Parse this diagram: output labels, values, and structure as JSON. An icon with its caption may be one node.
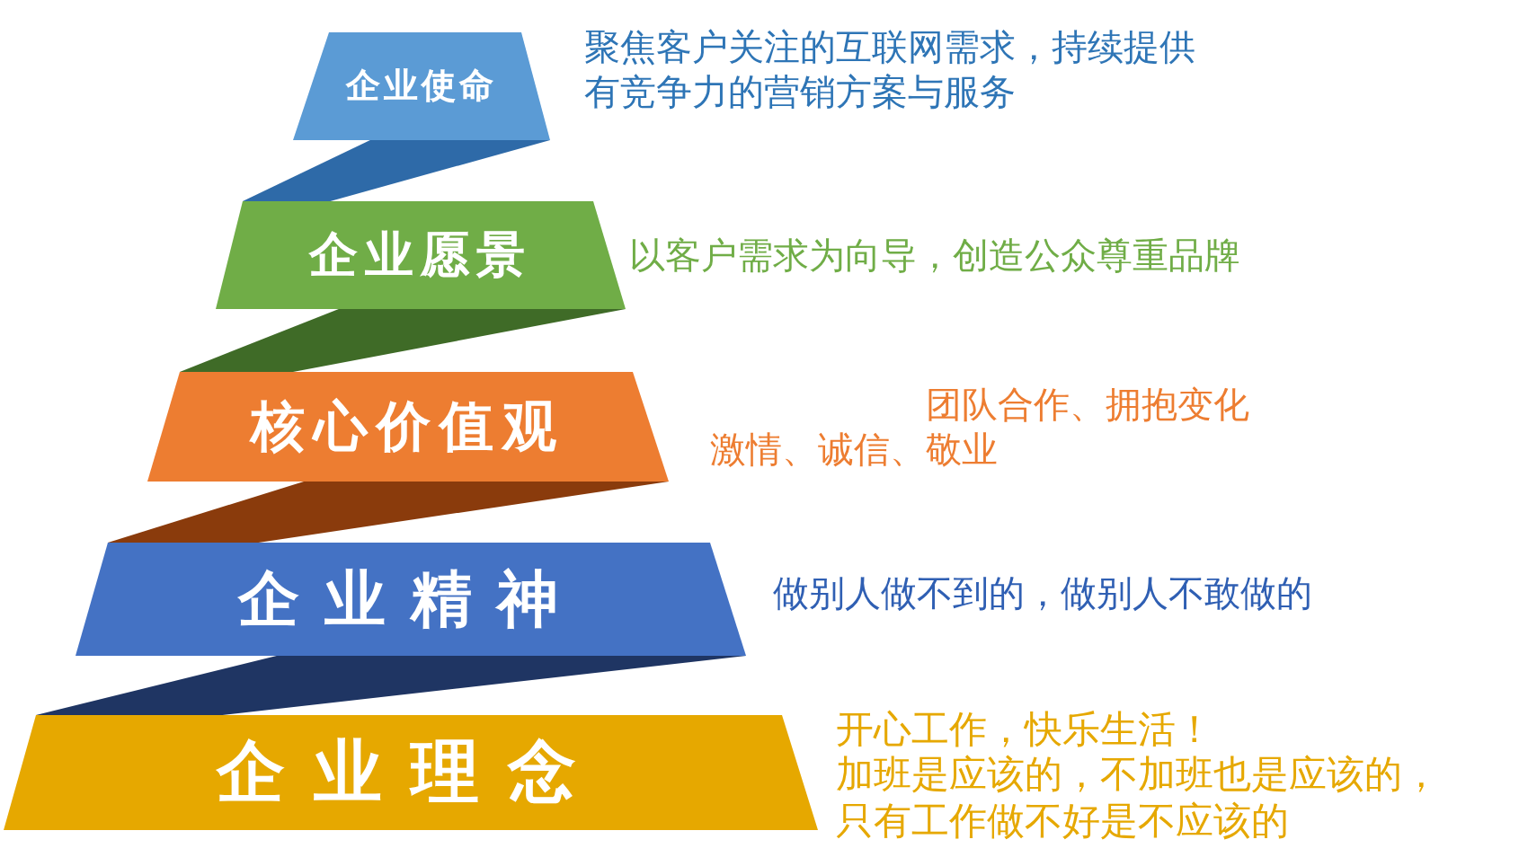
{
  "diagram": {
    "nodes": [
      {
        "text": [
          "企业使命"
        ],
        "beside": [
          "聚焦客户关注的互联网需求，持续提供有竞争力的营销方案与服务"
        ]
      },
      {
        "text": [],
        "shape": "band"
      },
      {
        "text": [
          "企业愿景"
        ],
        "beside": [
          "以客户需求为向导，创造公众尊重品牌"
        ]
      },
      {
        "text": [],
        "shape": "band"
      },
      {
        "text": [
          "核心价值观"
        ],
        "beside": [
          "团队合作、拥抱变化",
          "激情、诚信、敬业"
        ]
      },
      {
        "text": [],
        "shape": "band"
      },
      {
        "text": [
          "企业精神"
        ],
        "beside": [
          "做别人做不到的，做别人不敢做的"
        ]
      },
      {
        "text": [],
        "shape": "band"
      },
      {
        "text": [
          "企业理念"
        ],
        "beside": [
          "开心工作，快乐生活！",
          "加班是应该的，不加班也是应该的，只有工作做不好是不应该的"
        ]
      }
    ]
  }
}
